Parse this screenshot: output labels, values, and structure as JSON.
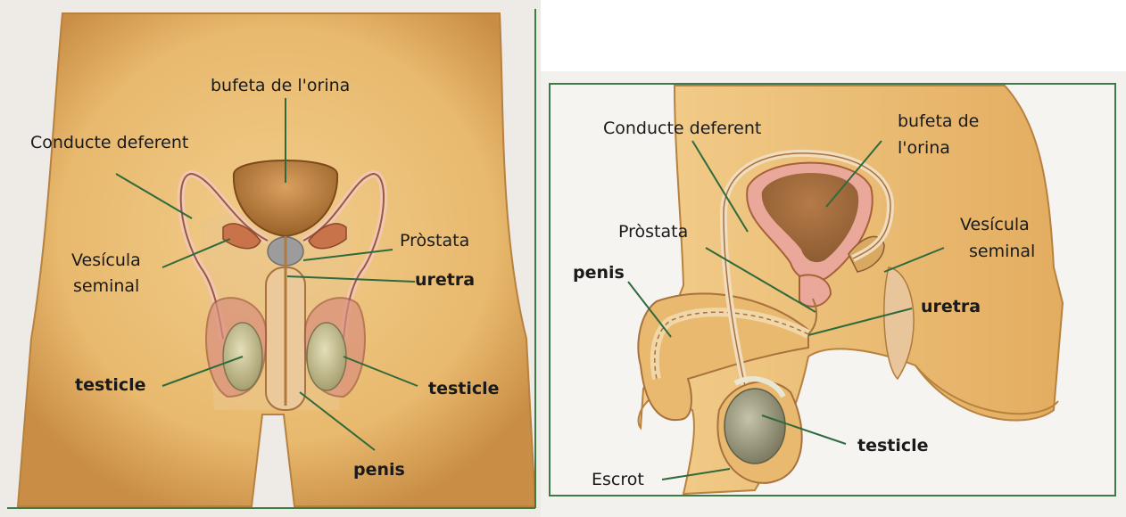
{
  "front_view": {
    "labels": {
      "bladder": "bufeta de l'orina",
      "vas_deferens": "Conducte deferent",
      "seminal_vesicle_line1": "Vesícula",
      "seminal_vesicle_line2": "seminal",
      "prostate": "Pròstata",
      "urethra": "uretra",
      "testicle_left": "testicle",
      "testicle_right": "testicle",
      "penis": "penis"
    }
  },
  "side_view": {
    "labels": {
      "vas_deferens": "Conducte deferent",
      "bladder_line1": "bufeta de",
      "bladder_line2": "l'orina",
      "prostate": "Pròstata",
      "seminal_vesicle_line1": "Vesícula",
      "seminal_vesicle_line2": "seminal",
      "penis": "penis",
      "urethra": "uretra",
      "testicle": "testicle",
      "scrotum": "Escrot"
    }
  },
  "colors": {
    "skin": "#e8b96e",
    "skin_shadow": "#c98d45",
    "organ": "#c98a4a",
    "bladder": "#b87a3c",
    "pink": "#e6a29a",
    "testicle": "#b9b48a",
    "leader_line": "#2f6a3c",
    "frame": "#3d7a48"
  }
}
